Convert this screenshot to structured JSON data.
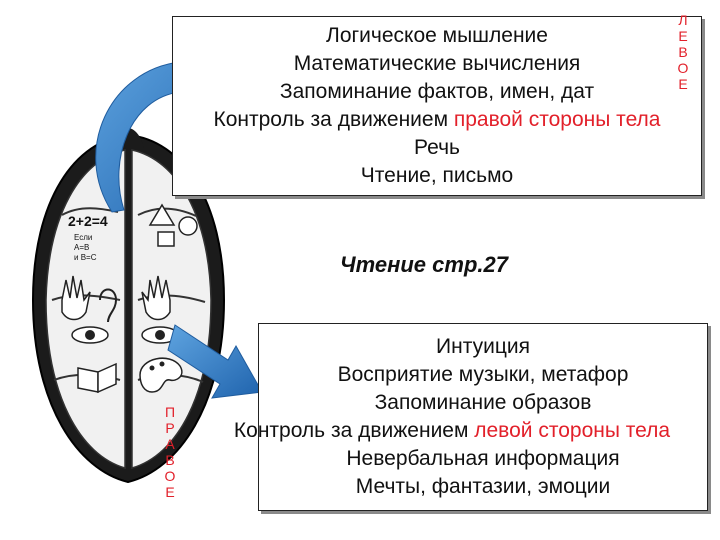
{
  "top_box": {
    "lines": [
      "Логическое мышление",
      "Математические вычисления",
      "Запоминание фактов, имен, дат"
    ],
    "control_prefix": "Контроль за движением ",
    "control_highlight": "правой стороны тела",
    "lines_after": [
      "Речь",
      "Чтение, письмо"
    ]
  },
  "left_label": [
    "Л",
    "Е",
    "В",
    "О",
    "Е"
  ],
  "reading_title": "Чтение стр.27",
  "bottom_box": {
    "lines": [
      "Интуиция",
      "Восприятие музыки, метафор",
      "Запоминание образов"
    ],
    "control_prefix": "Контроль за движением ",
    "control_highlight": "левой стороны тела",
    "lines_after": [
      "Невербальная информация",
      "Мечты, фантазии, эмоции"
    ]
  },
  "right_label": [
    "П",
    "Р",
    "А",
    "В",
    "О",
    "Е"
  ],
  "brain_image": {
    "formula": "2+2=4",
    "formula_small": [
      "Если",
      "А=В",
      "и В=С"
    ]
  },
  "colors": {
    "highlight": "#e2202a",
    "arrow": "#2f7ec7",
    "shadow": "#8a8a8a"
  }
}
